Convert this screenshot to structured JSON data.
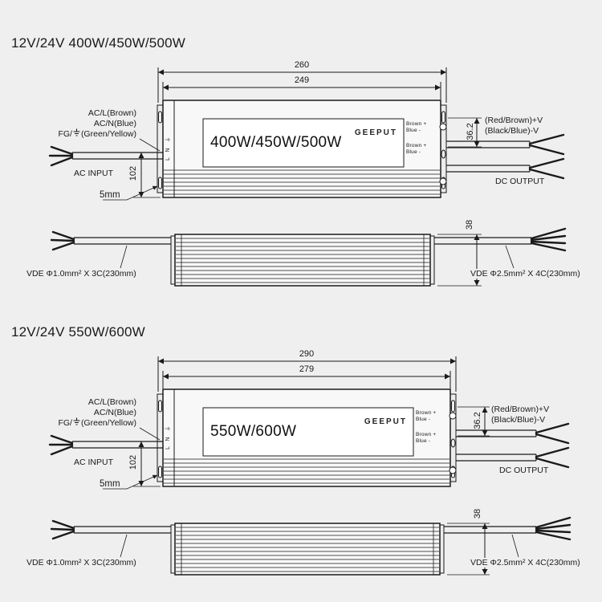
{
  "background": "#efefef",
  "ink": "#1a1a1a",
  "wire_colors": {
    "brown": "#8a4b2a",
    "blue": "#1f5fae",
    "green_yellow": "#3e8e2e",
    "red": "#c23b22",
    "black": "#2f2f2f"
  },
  "sections": [
    {
      "title": "12V/24V 400W/450W/500W",
      "top_view": {
        "dim_outer": "260",
        "dim_inner": "249",
        "dim_height": "102",
        "dim_output": "36.2",
        "wattage": "400W/450W/500W",
        "brand": "GEEPUT",
        "terminals_vertical": "L N ⏚",
        "out1_plus": "Brown +",
        "out1_minus": "Blue -",
        "out2_plus": "Brown +",
        "out2_minus": "Blue -",
        "ac_line": "AC/L(Brown)",
        "ac_neutral": "AC/N(Blue)",
        "ground_prefix": "FG/",
        "ground_suffix": "(Green/Yellow)",
        "ac_input": "AC INPUT",
        "hole": "5mm",
        "dc_plus": "(Red/Brown)+V",
        "dc_minus": "(Black/Blue)-V",
        "dc_output": "DC OUTPUT"
      },
      "side_view": {
        "dim_height": "38",
        "input_cable": "VDE Φ1.0mm² X 3C(230mm)",
        "output_cable": "VDE Φ2.5mm² X 4C(230mm)"
      }
    },
    {
      "title": "12V/24V 550W/600W",
      "top_view": {
        "dim_outer": "290",
        "dim_inner": "279",
        "dim_height": "102",
        "dim_output": "36.2",
        "wattage": "550W/600W",
        "brand": "GEEPUT",
        "terminals_vertical": "L N ⏚",
        "out1_plus": "Brown +",
        "out1_minus": "Blue -",
        "out2_plus": "Brown +",
        "out2_minus": "Blue -",
        "ac_line": "AC/L(Brown)",
        "ac_neutral": "AC/N(Blue)",
        "ground_prefix": "FG/",
        "ground_suffix": "(Green/Yellow)",
        "ac_input": "AC INPUT",
        "hole": "5mm",
        "dc_plus": "(Red/Brown)+V",
        "dc_minus": "(Black/Blue)-V",
        "dc_output": "DC OUTPUT"
      },
      "side_view": {
        "dim_height": "38",
        "input_cable": "VDE Φ1.0mm² X 3C(230mm)",
        "output_cable": "VDE Φ2.5mm² X 4C(230mm)"
      }
    }
  ]
}
